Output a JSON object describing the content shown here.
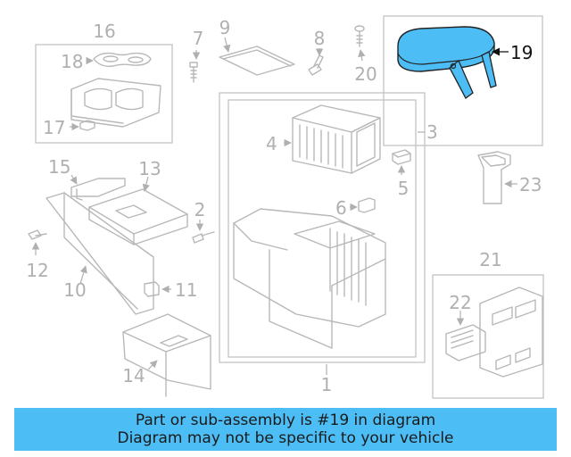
{
  "callouts": {
    "c1": "1",
    "c2": "2",
    "c3": "3",
    "c4": "4",
    "c5": "5",
    "c6": "6",
    "c7": "7",
    "c8": "8",
    "c9": "9",
    "c10": "10",
    "c11": "11",
    "c12": "12",
    "c13": "13",
    "c14": "14",
    "c15": "15",
    "c16": "16",
    "c17": "17",
    "c18": "18",
    "c19": "19",
    "c20": "20",
    "c21": "21",
    "c22": "22",
    "c23": "23"
  },
  "highlight": {
    "part": "19",
    "color": "#4dbef5"
  },
  "banner": {
    "line1": "Part or sub-assembly is #19 in diagram",
    "line2": "Diagram may not be specific to your vehicle",
    "color": "#4dbef5"
  }
}
